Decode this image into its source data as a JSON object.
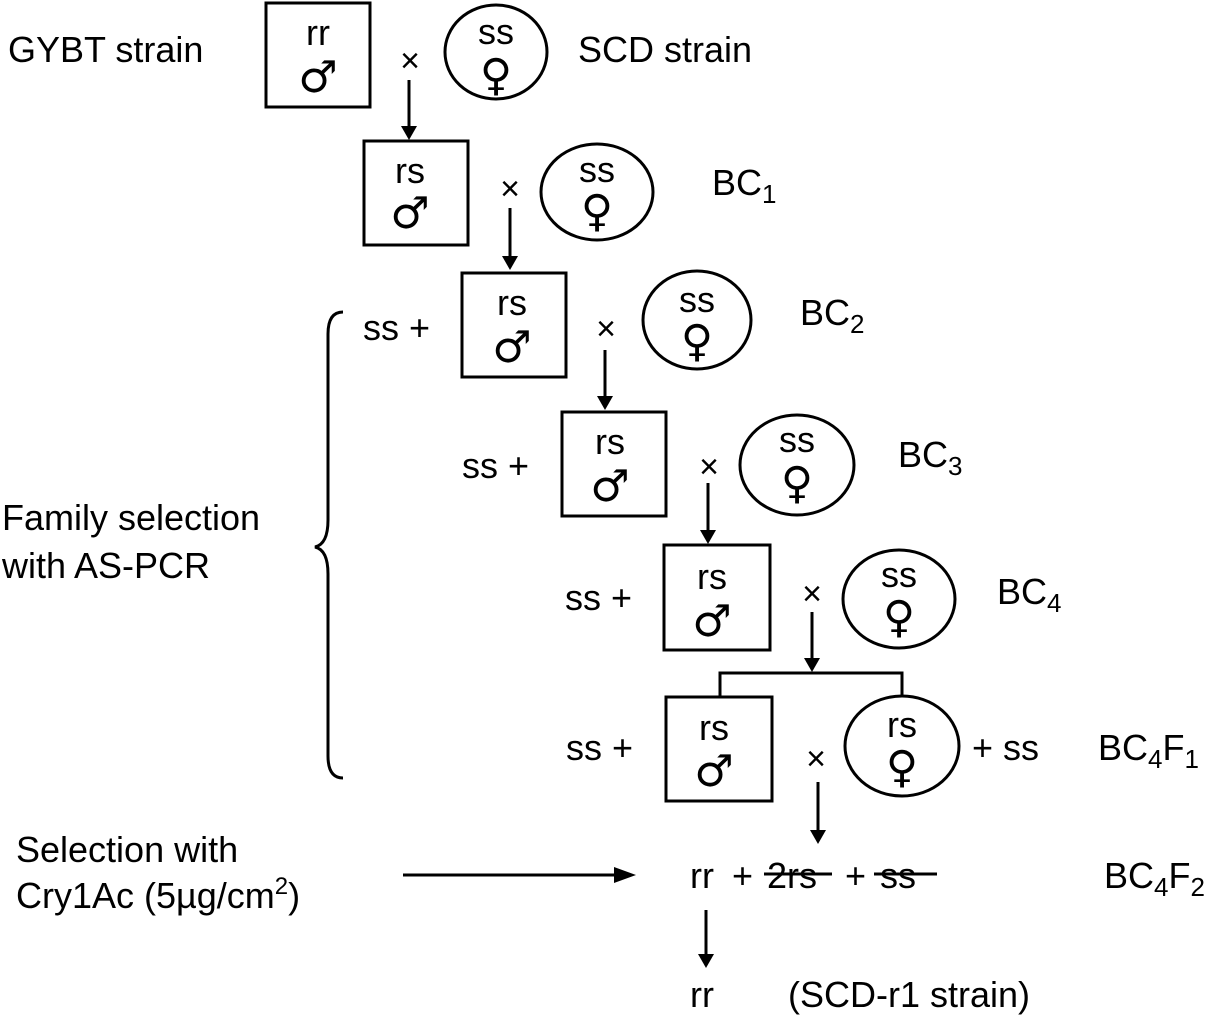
{
  "title_left": "GYBT strain",
  "title_right": "SCD strain",
  "cross_symbol": "×",
  "male_symbol": "♂",
  "female_symbol": "♀",
  "plus_ss": "ss +",
  "suffix_plus_ss": "+ ss",
  "parents": {
    "male": "rr",
    "female": "ss"
  },
  "generations": [
    {
      "label": "BC",
      "sub": "1",
      "male": "rs",
      "female": "ss"
    },
    {
      "label": "BC",
      "sub": "2",
      "male": "rs",
      "female": "ss"
    },
    {
      "label": "BC",
      "sub": "3",
      "male": "rs",
      "female": "ss"
    },
    {
      "label": "BC",
      "sub": "4",
      "male": "rs",
      "female": "ss"
    }
  ],
  "f1": {
    "label_a": "BC",
    "sub_a": "4",
    "label_b": "F",
    "sub_b": "1",
    "male": "rs",
    "female": "rs"
  },
  "f2": {
    "label_a": "BC",
    "sub_a": "4",
    "label_b": "F",
    "sub_b": "2",
    "rr": "rr",
    "plus": "+",
    "rs": "2rs",
    "ss": "ss"
  },
  "family_selection": {
    "line1": "Family selection",
    "line2": "with AS-PCR"
  },
  "cry_selection": {
    "line1": "Selection with",
    "line2_a": "Cry1Ac (5µg/cm",
    "line2_sup": "2",
    "line2_b": ")"
  },
  "result": {
    "genotype": "rr",
    "strain": "(SCD-r1 strain)"
  }
}
